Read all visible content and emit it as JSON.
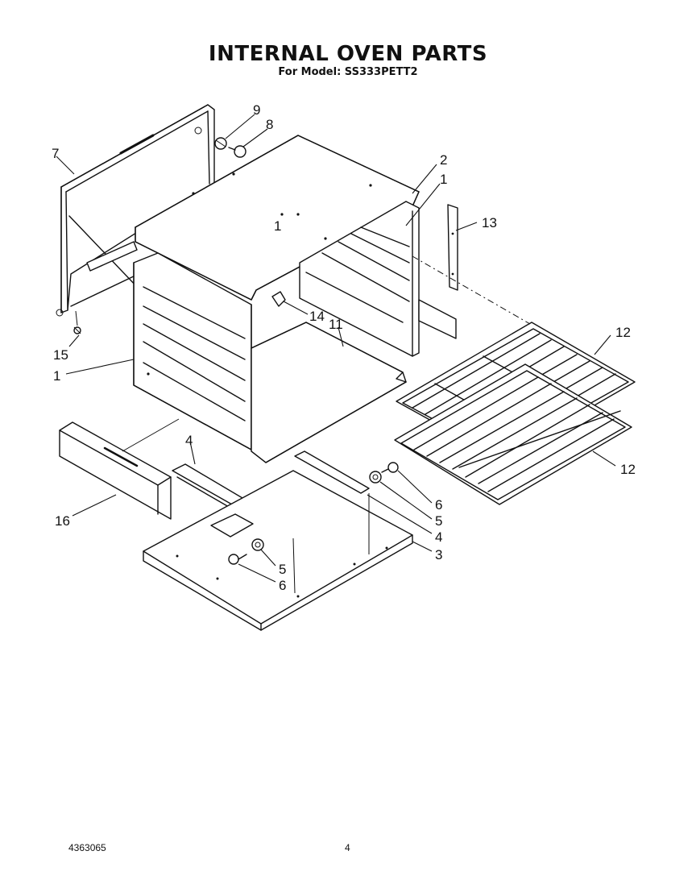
{
  "header": {
    "title": "INTERNAL OVEN PARTS",
    "subtitle": "For Model: SS333PETT2"
  },
  "callouts": {
    "c1_top": "1",
    "c1_left": "1",
    "c1_roof": "1",
    "c2": "2",
    "c3": "3",
    "c4_left": "4",
    "c4_right": "4",
    "c5_left": "5",
    "c5_right": "5",
    "c6_left": "6",
    "c6_right": "6",
    "c7": "7",
    "c8": "8",
    "c9": "9",
    "c11": "11",
    "c12_top": "12",
    "c12_bottom": "12",
    "c13": "13",
    "c14": "14",
    "c15": "15",
    "c16": "16"
  },
  "footer": {
    "doc_number": "4363065",
    "page_number": "4"
  }
}
